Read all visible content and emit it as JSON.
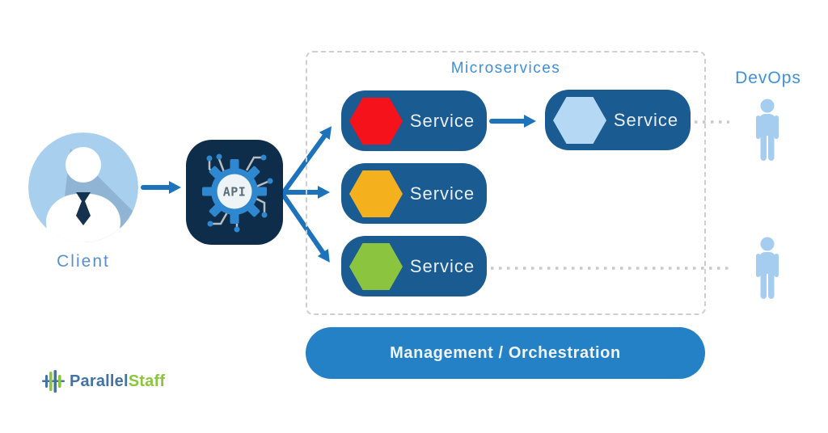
{
  "client": {
    "label": "Client"
  },
  "api": {
    "label": "API"
  },
  "microservices": {
    "title": "Microservices",
    "services": [
      {
        "label": "Service",
        "hex_color": "#f5121a"
      },
      {
        "label": "Service",
        "hex_color": "#b5d9f4"
      },
      {
        "label": "Service",
        "hex_color": "#f4b11d"
      },
      {
        "label": "Service",
        "hex_color": "#8bc540"
      }
    ]
  },
  "devops": {
    "label": "DevOps"
  },
  "management": {
    "label": "Management / Orchestration"
  },
  "logo": {
    "part1": "Parallel",
    "part2": "Staff"
  },
  "colors": {
    "pill_blue": "#1a5b92",
    "navy": "#0e2d4b",
    "bar_blue": "#2481c5",
    "arrow_blue": "#1d73bb",
    "label_blue": "#3f8fd9",
    "light_blue": "#a8cfee",
    "logo_blue": "#4373a5",
    "logo_green": "#8cc63f"
  }
}
